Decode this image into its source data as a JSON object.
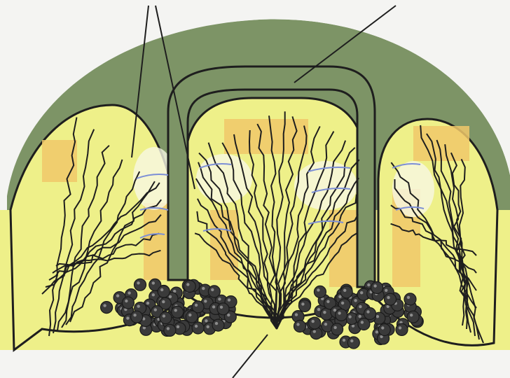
{
  "colors": {
    "background": "#f4f4f2",
    "outer_layer": "#7d9466",
    "outer_layer_dark": "#5f7a4c",
    "inner_tissue": "#eef089",
    "orange_band": "#f0c86a",
    "pale_zone": "#f8f8e4",
    "blue_streak": "#7d8fd6",
    "vessel_line": "#1e1e1e",
    "cell_cluster": "#3a3a3a",
    "cell_highlight": "#8c8c8c"
  },
  "labels": [],
  "leader_lines": [
    "pointer-upper-left-a",
    "pointer-upper-left-b",
    "pointer-upper-right",
    "pointer-bottom"
  ]
}
